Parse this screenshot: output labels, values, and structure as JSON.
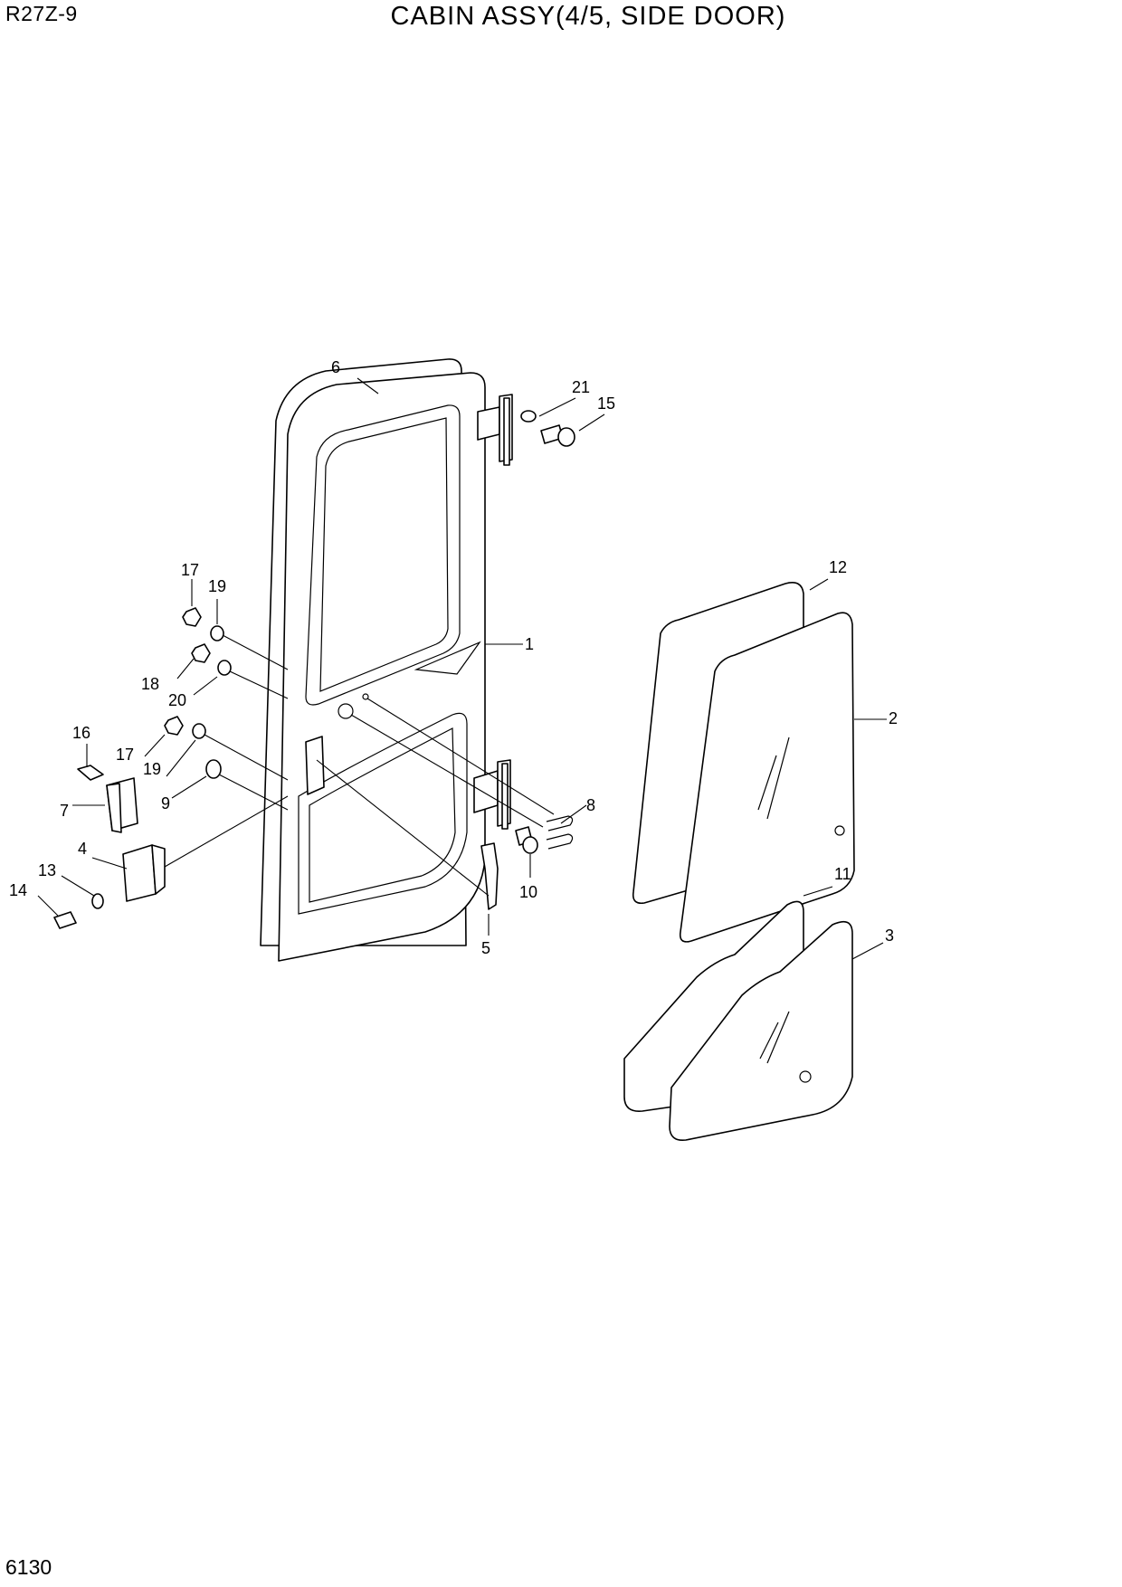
{
  "header": {
    "model": "R27Z-9",
    "title": "CABIN ASSY(4/5, SIDE DOOR)"
  },
  "footer": {
    "page_number": "6130"
  },
  "callouts": [
    "6",
    "21",
    "15",
    "12",
    "17",
    "19",
    "1",
    "18",
    "20",
    "2",
    "16",
    "17",
    "19",
    "8",
    "7",
    "9",
    "4",
    "13",
    "14",
    "10",
    "11",
    "5",
    "3"
  ]
}
